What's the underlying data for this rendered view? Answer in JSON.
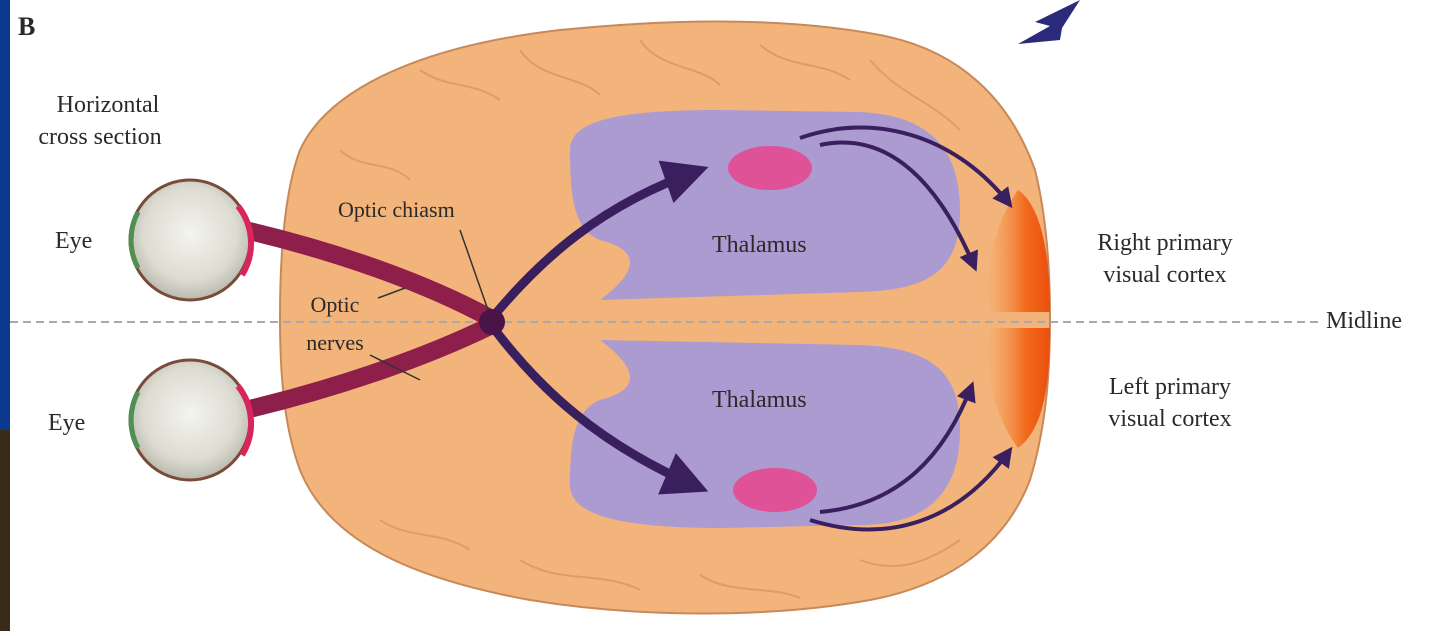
{
  "panel_letter": "B",
  "section_title": [
    "Horizontal",
    "cross section"
  ],
  "labels": {
    "eye_top": "Eye",
    "eye_bottom": "Eye",
    "optic_chiasm": "Optic chiasm",
    "optic_nerves": [
      "Optic",
      "nerves"
    ],
    "thalamus_top": "Thalamus",
    "thalamus_bottom": "Thalamus",
    "right_cortex": [
      "Right primary",
      "visual cortex"
    ],
    "left_cortex": [
      "Left primary",
      "visual cortex"
    ],
    "midline": "Midline"
  },
  "colors": {
    "brain": "#f2b47a",
    "brain_outline": "#c8895a",
    "thalamus": "#a79ad6",
    "nucleus": "#e8458e",
    "nerve": "#8e1f4a",
    "pathway": "#3a1f5e",
    "cortex": "#f26a1c",
    "left_bar": "#0a3a8c"
  }
}
